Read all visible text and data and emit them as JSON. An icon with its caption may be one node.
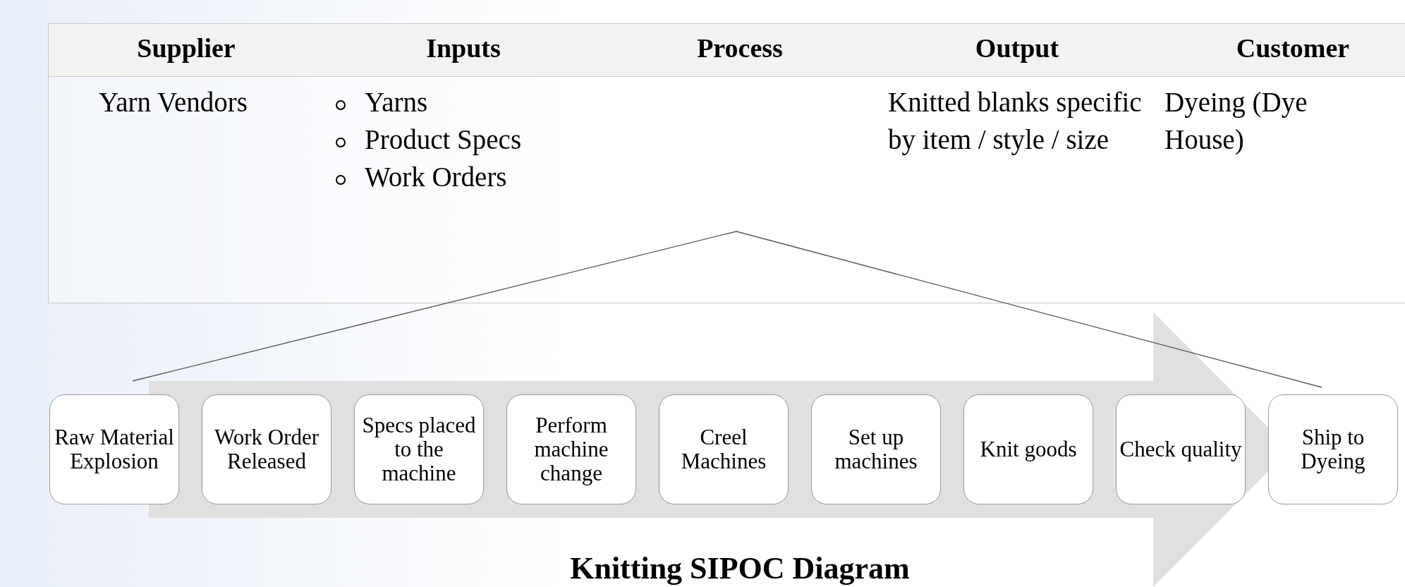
{
  "diagram": {
    "caption": "Knitting SIPOC Diagram",
    "nodes": [
      {
        "text": [
          "Raw Material Explosion"
        ]
      },
      {
        "text": [
          "Work Order Released"
        ]
      },
      {
        "text": [
          "Specs placed to the machine"
        ]
      },
      {
        "text": [
          "Perform machine change"
        ]
      },
      {
        "text": [
          "Creel Machines"
        ]
      },
      {
        "text": [
          "Set up machines"
        ]
      },
      {
        "text": [
          "Knit goods"
        ]
      },
      {
        "text": [
          "Check quality"
        ]
      },
      {
        "text": [
          "Ship to Dyeing"
        ]
      }
    ],
    "labels": [
      "Supplier",
      "Inputs",
      "Process",
      "Output",
      "Customer",
      "Yarn Vendors",
      "Yarns",
      "Product Specs",
      "Work Orders",
      "Knitted blanks specific by item / style / size",
      "Dyeing (Dye House)"
    ]
  }
}
